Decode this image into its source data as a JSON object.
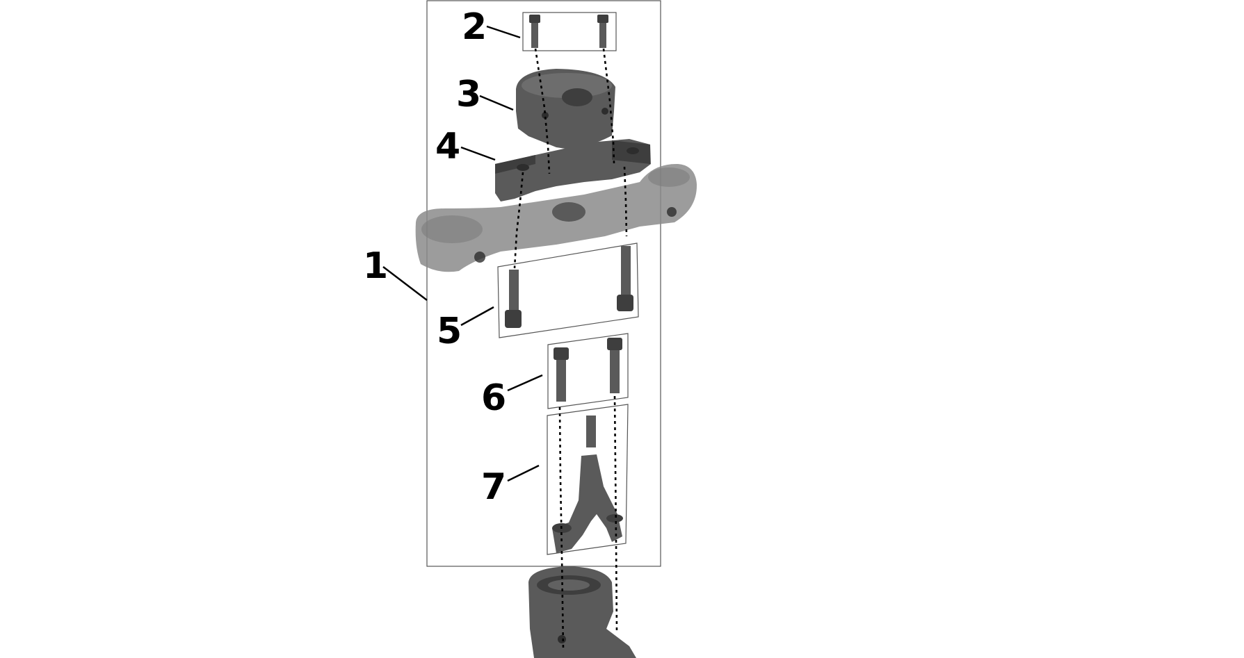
{
  "callouts": [
    {
      "id": "1",
      "label": "1"
    },
    {
      "id": "2",
      "label": "2"
    },
    {
      "id": "3",
      "label": "3"
    },
    {
      "id": "4",
      "label": "4"
    },
    {
      "id": "5",
      "label": "5"
    },
    {
      "id": "6",
      "label": "6"
    },
    {
      "id": "7",
      "label": "7"
    }
  ],
  "colors": {
    "part": "#5a5a5a",
    "part_dark": "#3e3e3e",
    "background": "#ffffff"
  }
}
